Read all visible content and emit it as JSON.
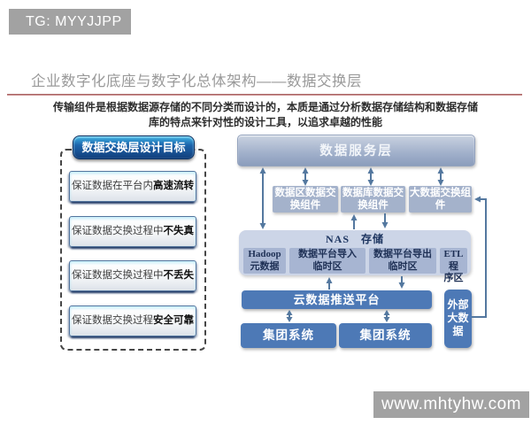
{
  "watermark_top": "TG: MYYJJPP",
  "watermark_bottom": "www.mhtyhw.com",
  "header": {
    "title": "企业数字化底座与数字化总体架构——数据交换层"
  },
  "intro": {
    "line1": "传输组件是根据数据源存储的不同分类而设计的，本质是通过分析数据存储结构和数据存储",
    "line2": "库的特点来针对性的设计工具，以追求卓越的性能"
  },
  "goals_panel": {
    "title": "数据交换层设计目标",
    "items": [
      {
        "pre": "保证数据在平台内",
        "em": "高速流转"
      },
      {
        "pre": "保证数据交换过程中",
        "em": "不失真"
      },
      {
        "pre": "保证数据交换过程中",
        "em": "不丢失"
      },
      {
        "pre": "保证数据交换过程",
        "em": "安全可靠"
      }
    ]
  },
  "diagram": {
    "service_layer": "数据服务层",
    "components": [
      {
        "line1": "数据区数据交",
        "line2": "换组件"
      },
      {
        "line1": "数据库数据交",
        "line2": "换组件"
      },
      {
        "line1": "大数据交换组",
        "line2": "件"
      }
    ],
    "nas": {
      "title": "NAS　存储",
      "cells": [
        {
          "line1": "Hadoop",
          "line2": "元数据"
        },
        {
          "line1": "数据平台导入",
          "line2": "临时区"
        },
        {
          "line1": "数据平台导出",
          "line2": "临时区"
        },
        {
          "line1": "ETL程",
          "line2": "序区"
        }
      ]
    },
    "cloud_push": "云数据推送平台",
    "group_systems": [
      "集团系统",
      "集团系统"
    ],
    "external": {
      "line1": "外部",
      "line2": "大数",
      "line3": "据"
    }
  },
  "colors": {
    "watermark_bg": "#a2a2a2",
    "title_text": "#9a9a9a",
    "rule_red": "#9a5252",
    "service_bar": "#a3b2cc",
    "component_box": "#a4b2cb",
    "nas_container": "#ccd5e7",
    "nas_cell": "#a7b5d2",
    "nas_text": "#1e3055",
    "deep_blue_box": "#4d79b6",
    "goal_pill_blue": "#1d64ab",
    "arrow": "#54789f"
  }
}
